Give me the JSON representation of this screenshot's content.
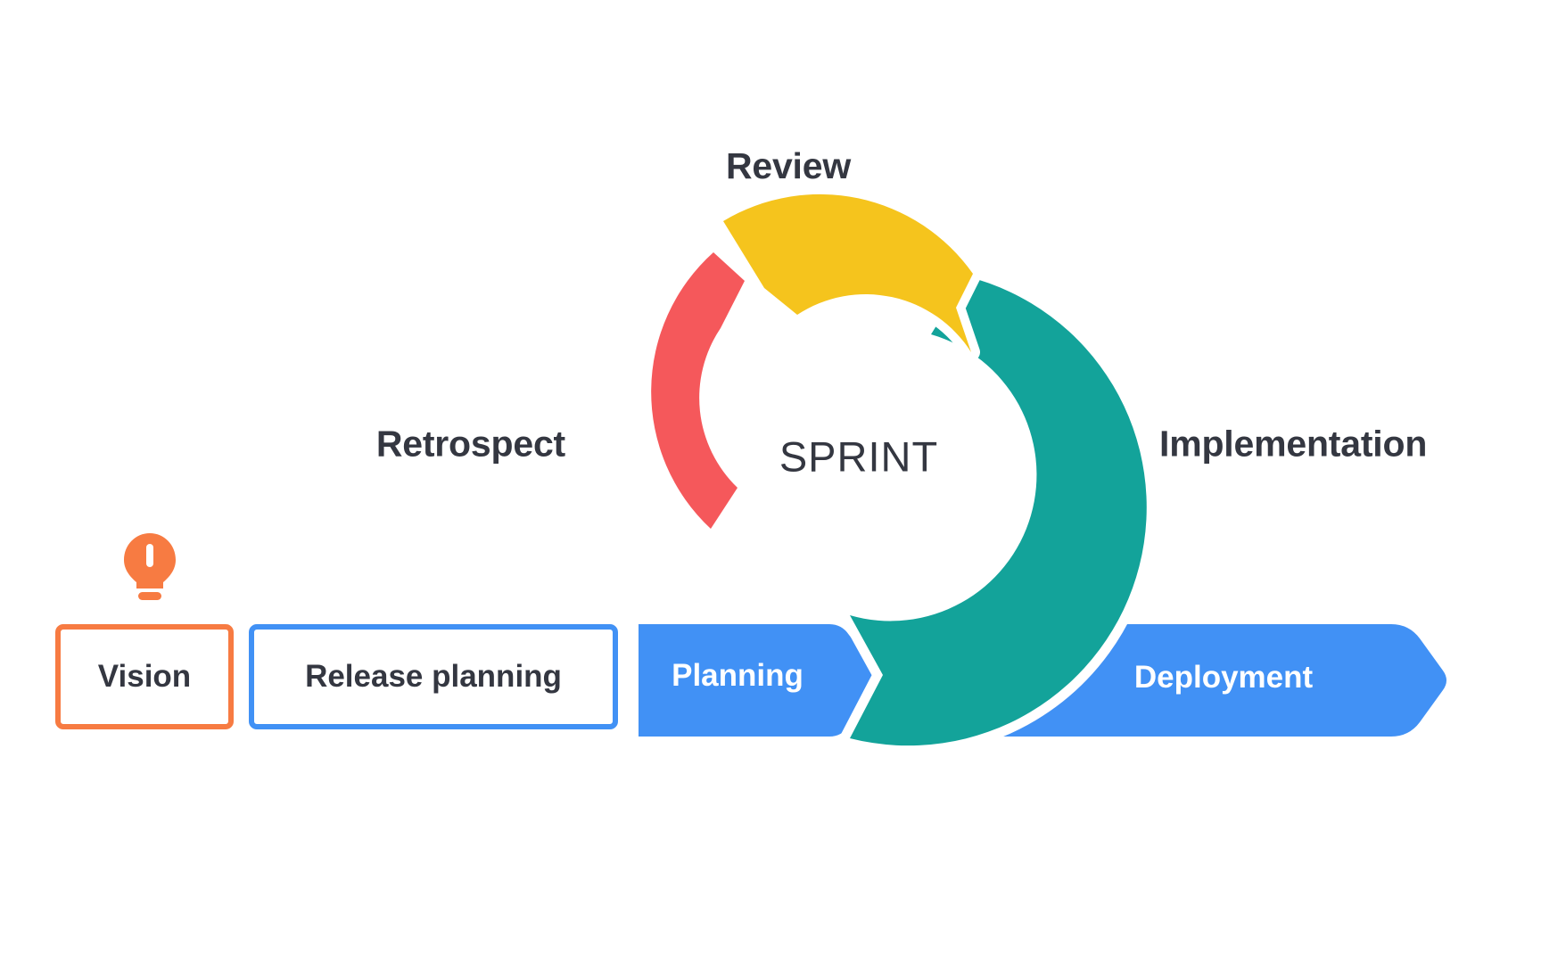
{
  "diagram": {
    "title": "SPRINT",
    "center_label": "SPRINT",
    "background_color": "#ffffff",
    "text_color": "#343741"
  },
  "cycle": {
    "center_text": "SPRINT",
    "segments": [
      {
        "id": "review",
        "label": "Review",
        "color": "#F5C41D",
        "label_position": "top",
        "start_angle_deg": -70,
        "end_angle_deg": 10
      },
      {
        "id": "implementation",
        "label": "Implementation",
        "color": "#13A39A",
        "label_position": "right",
        "start_angle_deg": 16,
        "end_angle_deg": 168
      },
      {
        "id": "retrospect",
        "label": "Retrospect",
        "color": "#F5585B",
        "label_position": "left",
        "start_angle_deg": -166,
        "end_angle_deg": -78
      }
    ]
  },
  "flow": {
    "steps": [
      {
        "id": "vision",
        "label": "Vision",
        "shape": "rounded-box",
        "style": "outline",
        "border_color": "#F77B42",
        "fill_color": "#ffffff",
        "text_color": "#343741",
        "has_icon": true,
        "icon": "lightbulb-icon",
        "icon_color": "#F77B42"
      },
      {
        "id": "release-planning",
        "label": "Release planning",
        "shape": "rounded-box",
        "style": "outline",
        "border_color": "#4191F5",
        "fill_color": "#ffffff",
        "text_color": "#343741",
        "has_icon": false
      },
      {
        "id": "planning",
        "label": "Planning",
        "shape": "chevron",
        "style": "filled",
        "border_color": "#4191F5",
        "fill_color": "#4191F5",
        "text_color": "#ffffff",
        "has_icon": false
      },
      {
        "id": "deployment",
        "label": "Deployment",
        "shape": "chevron-arrow",
        "style": "filled",
        "border_color": "#4191F5",
        "fill_color": "#4191F5",
        "text_color": "#ffffff",
        "has_icon": false
      }
    ]
  },
  "icons": {
    "lightbulb": "lightbulb-icon"
  },
  "colors": {
    "yellow": "#F5C41D",
    "teal": "#13A39A",
    "red": "#F5585B",
    "blue": "#4191F5",
    "orange": "#F77B42",
    "dark": "#343741",
    "white": "#ffffff"
  }
}
